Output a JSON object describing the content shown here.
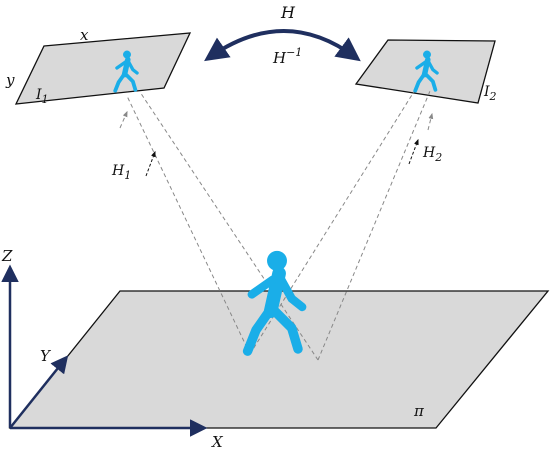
{
  "labels": {
    "x": "x",
    "y": "y",
    "I1": "I",
    "I1_sub": "1",
    "I2": "I",
    "I2_sub": "2",
    "H": "H",
    "Hinv": "H",
    "Hinv_sup": "−1",
    "H1": "H",
    "H1_sub": "1",
    "H2": "H",
    "H2_sub": "2",
    "Z": "Z",
    "Y": "Y",
    "X": "X",
    "pi": "π"
  },
  "colors": {
    "plane_fill": "#d9d9d9",
    "plane_stroke": "#111111",
    "axis": "#1f2f5f",
    "person": "#1aaee8",
    "ray": "#888888",
    "arrow_arc": "#1f2f5f"
  },
  "icons": {
    "ground-person": "walking-person-icon",
    "image-person-left": "walking-person-icon",
    "image-person-right": "walking-person-icon"
  }
}
